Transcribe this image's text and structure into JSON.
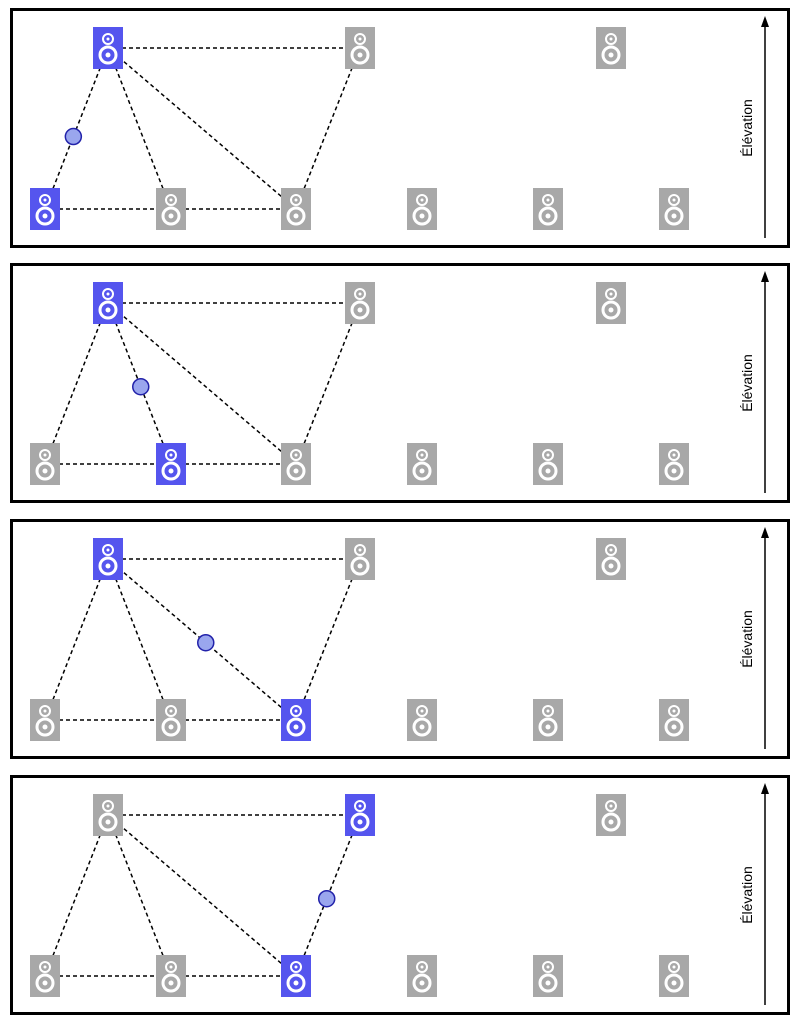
{
  "axis_label": "Élévation",
  "colors": {
    "active": "#5555ee",
    "inactive": "#a8a8a8",
    "source": "#9aa6ee",
    "source_stroke": "#2222aa",
    "line": "#000000"
  },
  "icons": {
    "speaker": "speaker-icon",
    "source": "virtual-source-dot"
  },
  "panels": [
    {
      "name": "panel-1",
      "active_speakers": [
        "top-1",
        "bottom-1"
      ],
      "connections": [
        [
          "top-1",
          "top-2"
        ],
        [
          "top-1",
          "bottom-1"
        ],
        [
          "top-1",
          "bottom-2"
        ],
        [
          "top-1",
          "bottom-3"
        ],
        [
          "top-2",
          "bottom-3"
        ],
        [
          "bottom-1",
          "bottom-2"
        ],
        [
          "bottom-2",
          "bottom-3"
        ]
      ],
      "source_on": [
        "top-1",
        "bottom-1"
      ],
      "source_position": 0.55
    },
    {
      "name": "panel-2",
      "active_speakers": [
        "top-1",
        "bottom-2"
      ],
      "connections": [
        [
          "top-1",
          "top-2"
        ],
        [
          "top-1",
          "bottom-1"
        ],
        [
          "top-1",
          "bottom-2"
        ],
        [
          "top-1",
          "bottom-3"
        ],
        [
          "top-2",
          "bottom-3"
        ],
        [
          "bottom-1",
          "bottom-2"
        ],
        [
          "bottom-2",
          "bottom-3"
        ]
      ],
      "source_on": [
        "top-1",
        "bottom-2"
      ],
      "source_position": 0.52
    },
    {
      "name": "panel-3",
      "active_speakers": [
        "top-1",
        "bottom-3"
      ],
      "connections": [
        [
          "top-1",
          "top-2"
        ],
        [
          "top-1",
          "bottom-1"
        ],
        [
          "top-1",
          "bottom-2"
        ],
        [
          "top-1",
          "bottom-3"
        ],
        [
          "top-2",
          "bottom-3"
        ],
        [
          "bottom-1",
          "bottom-2"
        ],
        [
          "bottom-2",
          "bottom-3"
        ]
      ],
      "source_on": [
        "top-1",
        "bottom-3"
      ],
      "source_position": 0.52
    },
    {
      "name": "panel-4",
      "active_speakers": [
        "top-2",
        "bottom-3"
      ],
      "connections": [
        [
          "top-1",
          "top-2"
        ],
        [
          "top-1",
          "bottom-1"
        ],
        [
          "top-1",
          "bottom-2"
        ],
        [
          "top-1",
          "bottom-3"
        ],
        [
          "top-2",
          "bottom-3"
        ],
        [
          "bottom-1",
          "bottom-2"
        ],
        [
          "bottom-2",
          "bottom-3"
        ]
      ],
      "source_on": [
        "top-2",
        "bottom-3"
      ],
      "source_position": 0.52
    }
  ]
}
